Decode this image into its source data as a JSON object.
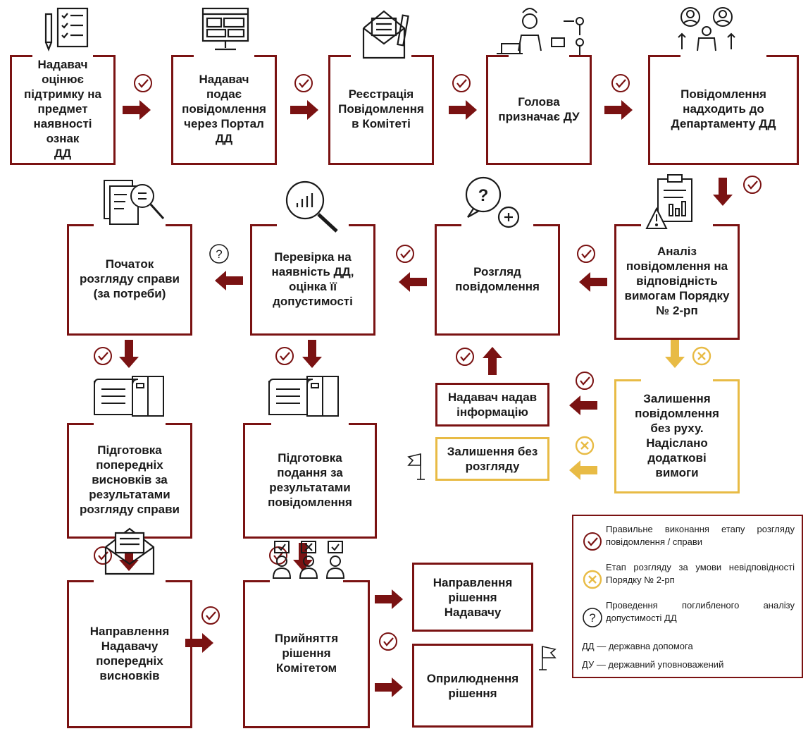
{
  "boxes": {
    "b1": "Надавач\nоцінює\nпідтримку на\nпредмет\nнаявності ознак\nДД",
    "b2": "Надавач подає\nповідомлення\nчерез Портал\nДД",
    "b3": "Реєстрація\nПовідомлення\nв Комітеті",
    "b4": "Голова\nпризначає ДУ",
    "b5": "Повідомлення\nнадходить до\nДепартаменту ДД",
    "b6": "Аналіз\nповідомлення на\nвідповідність\nвимогам Порядку\n№ 2-рп",
    "b7": "Розгляд\nповідомлення",
    "b8": "Перевірка на\nнаявність ДД,\nоцінка її\nдопустимості",
    "b9": "Початок\nрозгляду справи\n(за потреби)",
    "b10": "Залишення\nповідомлення\nбез руху.\nНадіслано\nдодаткові\nвимоги",
    "b11": "Надавач надав\nінформацію",
    "b12": "Залишення без\nрозгляду",
    "b13": "Підготовка\nпопередніх\nвисновків за\nрезультатами\nрозгляду справи",
    "b14": "Підготовка\nподання за\nрезультатами\nповідомлення",
    "b15": "Направлення\nНадавачу\nпопередніх\nвисновків",
    "b16": "Прийняття\nрішення\nКомітетом",
    "b17": "Направлення\nрішення\nНадавачу",
    "b18": "Оприлюднення\nрішення"
  },
  "legend": {
    "check_text": "Правильне виконання етапу розгляду повідомлення / справи",
    "cross_text": "Етап розгляду за умови невідповідності Порядку № 2-рп",
    "question_text": "Проведення поглибленого аналізу допустимості ДД",
    "abbr_dd": "ДД — державна допомога",
    "abbr_du": "ДУ — державний уповноважений"
  },
  "colors": {
    "dark_red": "#7a1212",
    "yellow": "#e8bb45",
    "icon": "#1a1a1a"
  },
  "icons": [
    "checklist-pencil-icon",
    "monitor-icon",
    "envelope-pen-icon",
    "manager-presentation-icon",
    "people-network-icon",
    "clipboard-chart-icon",
    "speech-question-icon",
    "magnifier-chart-icon",
    "documents-magnifier-icon",
    "document-folder-icon",
    "open-letter-icon",
    "voting-people-icon",
    "flag-icon",
    "question-mark-icon"
  ]
}
